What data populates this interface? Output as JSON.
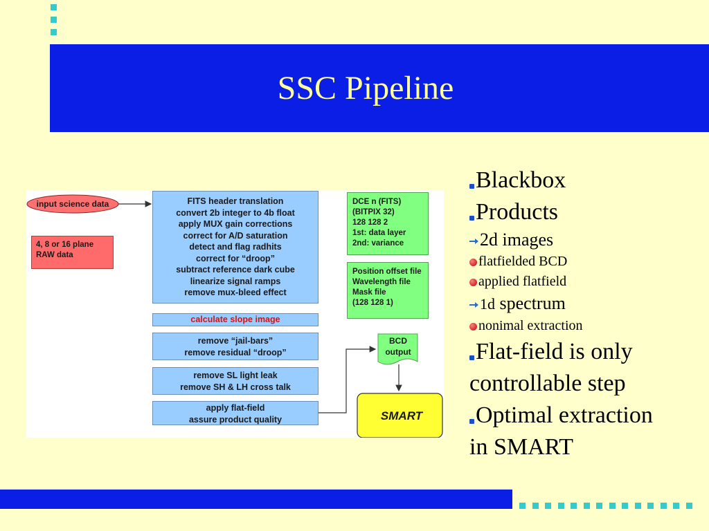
{
  "slide": {
    "title": "SSC Pipeline",
    "colors": {
      "background": "#FFFFCC",
      "bar": "#0A1EE6",
      "title_text": "#FFFF99",
      "accent_squares": "#33CCCC"
    }
  },
  "diagram": {
    "input_label": "input science data",
    "raw_box": [
      "4, 8 or 16 plane",
      "RAW data"
    ],
    "processing_steps": [
      "FITS header translation",
      "convert 2b integer to 4b float",
      "apply MUX gain corrections",
      "correct for A/D saturation",
      "detect and flag radhits",
      "correct for “droop”",
      "subtract reference dark cube",
      "linearize signal ramps",
      "remove mux-bleed effect"
    ],
    "slope_step": "calculate slope image",
    "jail_bar_steps": [
      "remove “jail-bars”",
      "remove residual “droop”"
    ],
    "sl_steps": [
      "remove SL light leak",
      "remove SH & LH cross talk"
    ],
    "flat_steps": [
      "apply flat-field",
      "assure product quality"
    ],
    "dce_box": [
      "DCE n (FITS)",
      "(BITPIX   32)",
      "128     128    2",
      "1st: data layer",
      "2nd: variance"
    ],
    "calib_box": [
      "Position offset file",
      "Wavelength file",
      "Mask file",
      "(128     128     1)"
    ],
    "bcd_label": [
      "BCD",
      "output"
    ],
    "smart_label": "SMART"
  },
  "bullets": {
    "blackbox": "Blackbox",
    "products": "Products",
    "images_2d": "2d images",
    "flatfielded_bcd": "flatfielded BCD",
    "applied_flatfield": "applied flatfield",
    "spectrum_1d_prefix": "1d",
    "spectrum_1d_word": "spectrum",
    "nominal_extraction": "nonimal extraction",
    "flatfield_line1": "Flat-field is only",
    "flatfield_line2": "controllable step",
    "optimal_line1": "Optimal extraction",
    "optimal_line2": "in SMART"
  }
}
